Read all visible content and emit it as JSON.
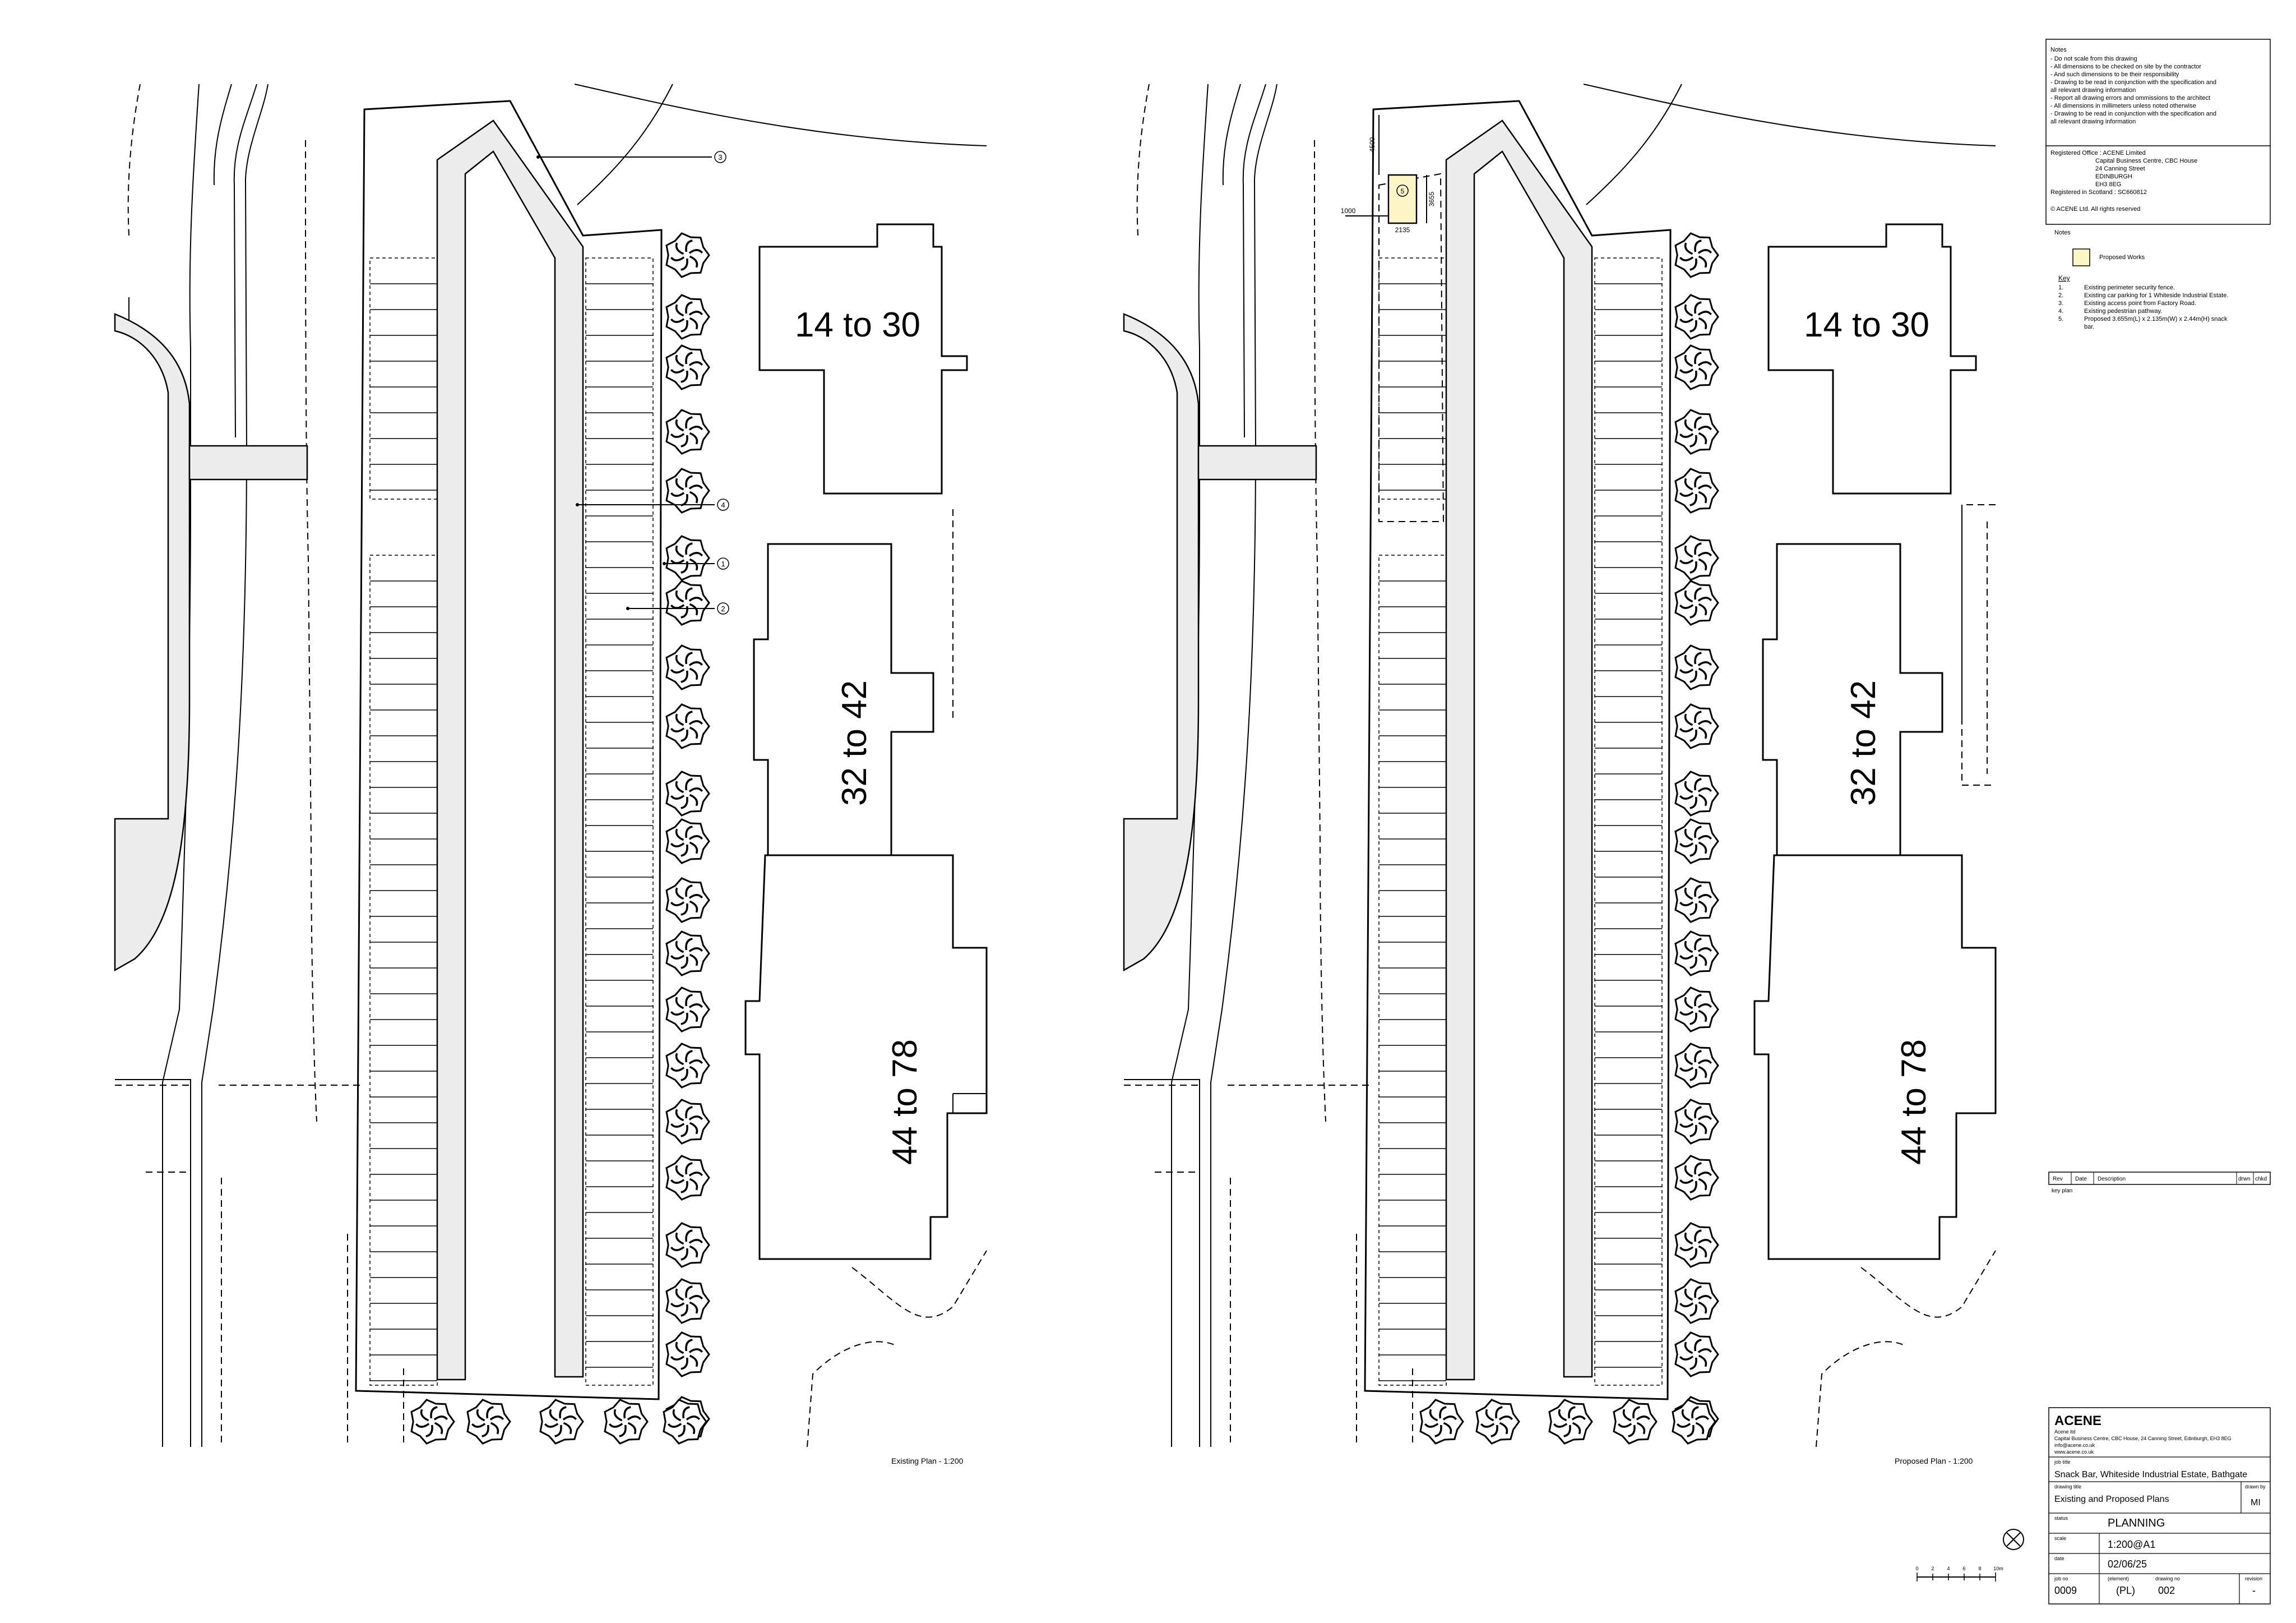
{
  "blocks": {
    "existing": {
      "b1": "14 to 30",
      "b2": "32 to 42",
      "b3": "44 to 78"
    },
    "proposed": {
      "b1": "14 to 30",
      "b2": "32 to 42",
      "b3": "44 to 78"
    }
  },
  "plan_titles": {
    "existing": "Existing Plan - 1:200",
    "proposed": "Proposed Plan - 1:200"
  },
  "callouts": [
    "3",
    "4",
    "1",
    "2",
    "5"
  ],
  "dims": {
    "d1": "4500",
    "d2": "1000",
    "d3": "3655",
    "d4": "2135"
  },
  "notes": {
    "heading": "Notes",
    "lines": [
      "- Do not scale from this drawing",
      "- All dimensions to be checked on site by the contractor",
      "- And such dimensions to be their responsibility",
      "- Drawing to be read in conjunction with the specification and",
      "   all relevant drawing information",
      "- Report all drawing errors and ommissions to the architect",
      "- All dimensions in millimeters unless noted otherwise",
      "- Drawing to be read in conjunction with the specification and",
      "   all relevant drawing information"
    ],
    "office": [
      "Registered Office : ACENE Limited",
      "Capital Business Centre, CBC House",
      "24 Canning Street",
      "EDINBURGH",
      "EH3 8EG",
      "Registered in Scotland : SC660812"
    ],
    "copyright": "© ACENE Ltd.  All rights reserved"
  },
  "legend": {
    "heading": "Notes",
    "proposed_works": "Proposed Works"
  },
  "key": {
    "heading": "Key",
    "items": [
      {
        "n": "1.",
        "text": "Existing perimeter security fence."
      },
      {
        "n": "2.",
        "text": "Existing car parking for 1 Whiteside Industrial Estate."
      },
      {
        "n": "3.",
        "text": "Existing access point from Factory Road."
      },
      {
        "n": "4.",
        "text": "Existing pedestrian pathway."
      },
      {
        "n": "5.",
        "text": "Proposed 3.655m(L) x 2.135m(W) x 2.44m(H) snack"
      },
      {
        "n": "",
        "text": "bar."
      }
    ]
  },
  "revision_table": {
    "headers": [
      "Rev",
      "Date",
      "Description",
      "drwn",
      "chkd"
    ],
    "key_plan": "key plan"
  },
  "title_block": {
    "company": "ACENE",
    "address": [
      "Acene ltd",
      "Capital Business Centre, CBC House, 24 Canning Street, Edinburgh, EH3 8EG",
      "info@acene.co.uk",
      "www.acene.co.uk"
    ],
    "job_title_label": "job title",
    "job_title": "Snack Bar, Whiteside Industrial Estate, Bathgate",
    "drawing_title_label": "drawing title",
    "drawing_title": "Existing and Proposed Plans",
    "drawn_by_label": "drawn by",
    "drawn_by": "MI",
    "status_label": "status",
    "status": "PLANNING",
    "scale_label": "scale",
    "scale": "1:200@A1",
    "date_label": "date",
    "date": "02/06/25",
    "job_no_label": "job no",
    "job_no": "0009",
    "element_label": "(element)",
    "element": "(PL)",
    "drawing_no_label": "drawing no",
    "drawing_no": "002",
    "revision_label": "revision",
    "revision": "-"
  },
  "scale_bar": {
    "ticks": [
      "0",
      "2",
      "4",
      "6",
      "8",
      "10m"
    ]
  }
}
